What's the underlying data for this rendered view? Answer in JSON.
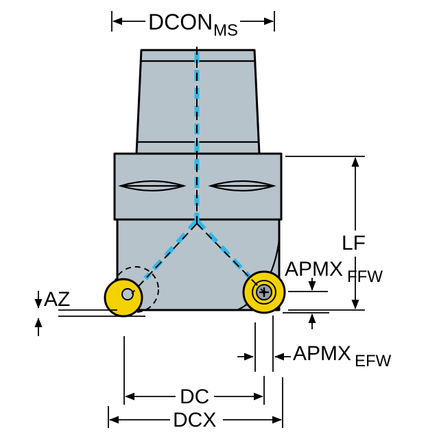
{
  "diagram": {
    "type": "technical-drawing",
    "subject": "round-insert milling cutter, side view with dimension callouts",
    "labels": {
      "dcon_main": "DCON",
      "dcon_sub": "MS",
      "lf": "LF",
      "apmx_ffw_main": "APMX",
      "apmx_ffw_sub": "FFW",
      "az": "AZ",
      "apmx_efw_main": "APMX",
      "apmx_efw_sub": "EFW",
      "dc": "DC",
      "dcx": "DCX"
    },
    "colors": {
      "background": "#ffffff",
      "body_fill": "#b7c3cb",
      "outline": "#000000",
      "insert_fill": "#f4d200",
      "centerline": "#2fb7ea",
      "screw_fill": "#969ea6"
    }
  }
}
